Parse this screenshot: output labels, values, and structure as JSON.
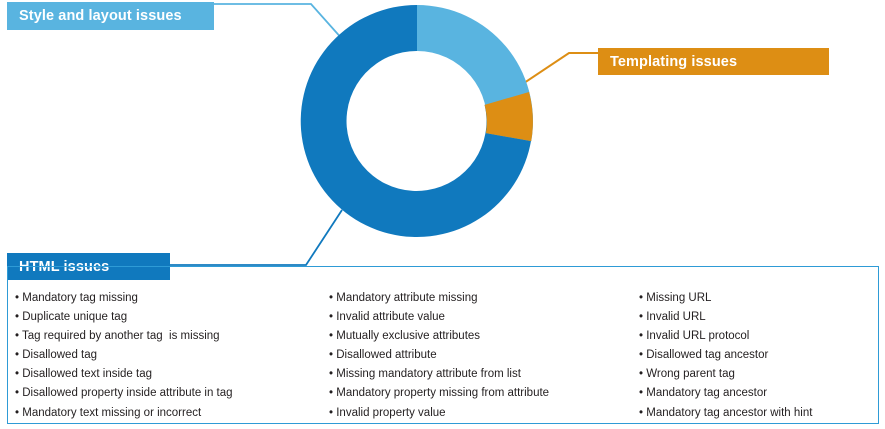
{
  "chart_data": {
    "type": "pie",
    "variant": "donut",
    "title": "",
    "labels": [
      "Style and layout issues",
      "Templating issues",
      "HTML issues"
    ],
    "values": [
      27.8,
      1.4,
      70.8
    ],
    "colors": [
      "#59B4E0",
      "#DD8E14",
      "#1079BE"
    ],
    "units": "percent",
    "legend": "callout-labels",
    "grid": false,
    "center": [
      417,
      121
    ],
    "outer_radius": 116,
    "inner_radius": 70,
    "start_angle_deg": 0,
    "segments": [
      {
        "name": "Style and layout issues",
        "color": "#59B4E0",
        "start_deg": 0,
        "end_deg": 100
      },
      {
        "name": "Templating issues",
        "color": "#DD8E14",
        "start_deg": 100,
        "end_deg": 105
      },
      {
        "name": "HTML issues",
        "color": "#1079BE",
        "start_deg": 105,
        "end_deg": 360
      }
    ]
  },
  "callouts": {
    "style": {
      "label": "Style and layout issues",
      "color": "#59B4E0"
    },
    "templating": {
      "label": "Templating issues",
      "color": "#DD8E14"
    },
    "html": {
      "label": "HTML issues",
      "color": "#1079BE"
    }
  },
  "issues": {
    "columns": [
      {
        "items": [
          "Mandatory tag missing",
          "Duplicate unique tag",
          "Tag required by another tag  is missing",
          "Disallowed tag",
          "Disallowed text inside tag",
          "Disallowed property inside attribute in tag",
          "Mandatory text missing or incorrect"
        ]
      },
      {
        "items": [
          "Mandatory attribute missing",
          "Invalid attribute value",
          "Mutually exclusive attributes",
          "Disallowed attribute",
          "Missing mandatory attribute from list",
          "Mandatory property missing from attribute",
          "Invalid property value"
        ]
      },
      {
        "items": [
          "Missing URL",
          "Invalid URL",
          "Invalid URL protocol",
          "Disallowed tag ancestor",
          "Wrong parent tag",
          "Mandatory tag ancestor",
          "Mandatory tag ancestor with hint"
        ]
      }
    ],
    "bullet_glyph": "•"
  }
}
